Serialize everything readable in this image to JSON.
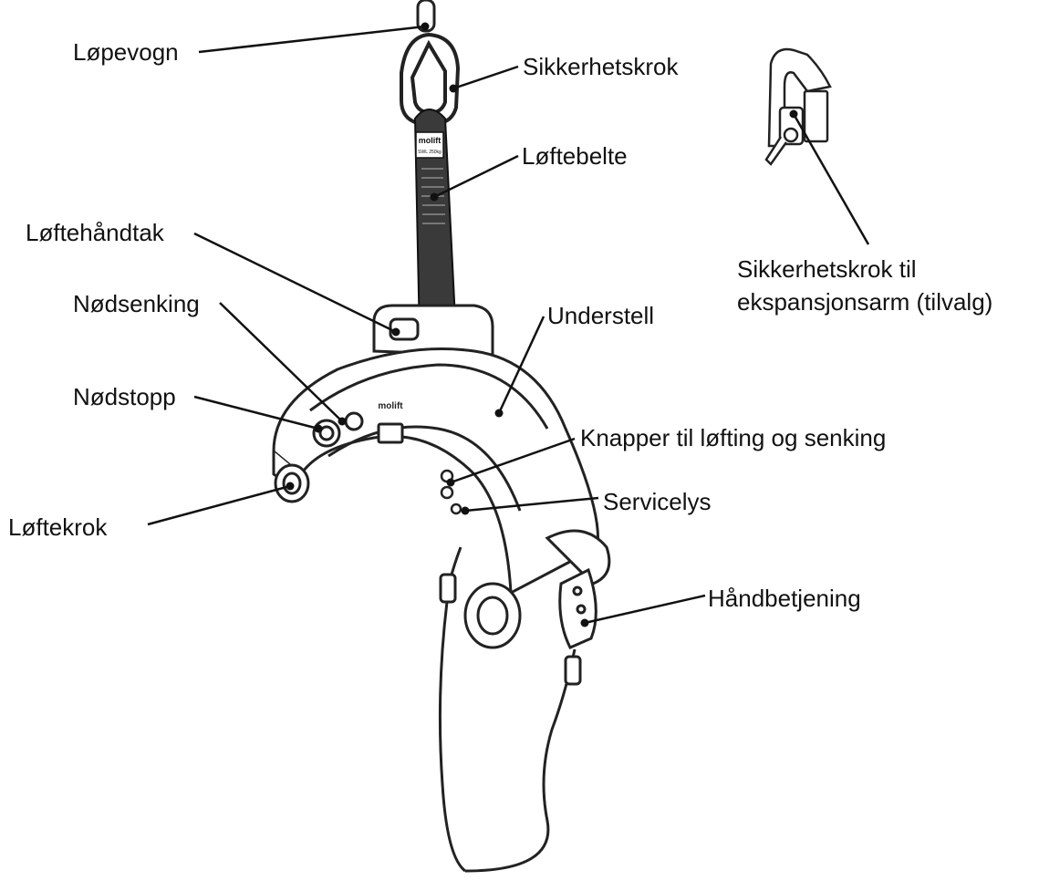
{
  "labels": {
    "lopevogn": "Løpevogn",
    "sikkerhetskrok": "Sikkerhetskrok",
    "loftebelte": "Løftebelte",
    "loftehandtak": "Løftehåndtak",
    "nodsenking": "Nødsenking",
    "nodstopp": "Nødstopp",
    "loftekrok": "Løftekrok",
    "understell": "Understell",
    "knapper": "Knapper til løfting og senking",
    "servicelys": "Servicelys",
    "handbetjening": "Håndbetjening",
    "inset_line1": "Sikkerhetskrok til",
    "inset_line2": "ekspansjonsarm (tilvalg)"
  },
  "device": {
    "strap_brand": "molift",
    "strap_spec": "SWL 250kg",
    "body_brand": "molift"
  },
  "colors": {
    "line": "#111111",
    "strap": "#3a3a3a",
    "outline": "#222222"
  }
}
